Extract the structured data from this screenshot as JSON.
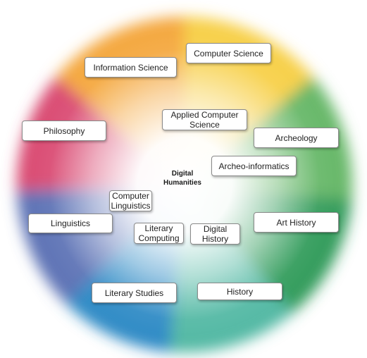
{
  "diagram": {
    "center_title": "Digital\nHumanities",
    "outer_fields": [
      {
        "id": "information-science",
        "label": "Information Science"
      },
      {
        "id": "computer-science",
        "label": "Computer Science"
      },
      {
        "id": "philosophy",
        "label": "Philosophy"
      },
      {
        "id": "archeology",
        "label": "Archeology"
      },
      {
        "id": "linguistics",
        "label": "Linguistics"
      },
      {
        "id": "art-history",
        "label": "Art History"
      },
      {
        "id": "literary-studies",
        "label": "Literary Studies"
      },
      {
        "id": "history",
        "label": "History"
      }
    ],
    "inner_fields": [
      {
        "id": "applied-computer-science",
        "label": "Applied Computer\nScience"
      },
      {
        "id": "archeo-informatics",
        "label": "Archeo-informatics"
      },
      {
        "id": "computer-linguistics",
        "label": "Computer\nLinguistics"
      },
      {
        "id": "literary-computing",
        "label": "Literary\nComputing"
      },
      {
        "id": "digital-history",
        "label": "Digital\nHistory"
      }
    ],
    "segment_colors": {
      "orange": "#f4a63a",
      "yellow": "#f7cf45",
      "green": "#63b665",
      "dark-green": "#2e9a58",
      "teal": "#4fb7a2",
      "blue": "#2a88c4",
      "indigo": "#5a6fb4",
      "magenta": "#d9476f"
    }
  }
}
